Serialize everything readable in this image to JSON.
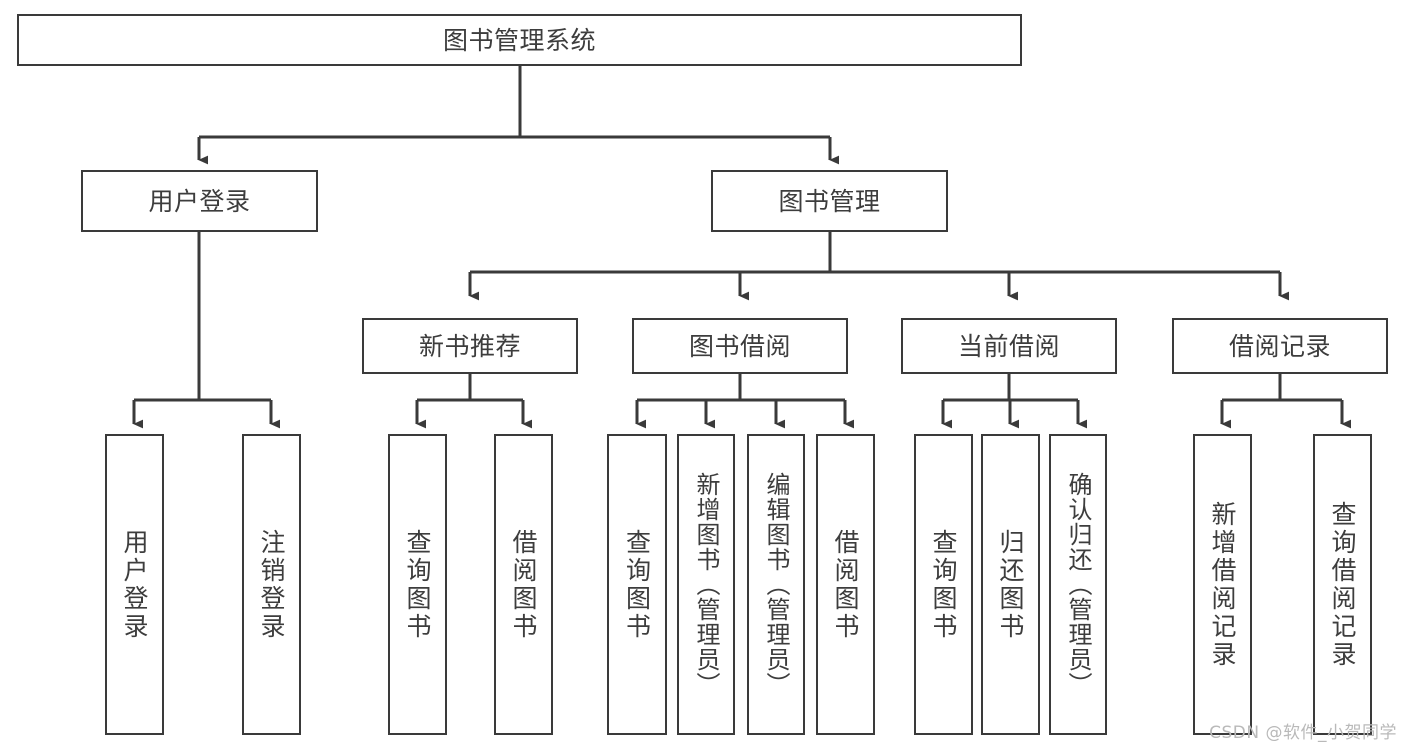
{
  "diagram": {
    "title": "图书管理系统",
    "type": "tree",
    "watermark": "CSDN @软件_小贺同学",
    "colors": {
      "stroke": "#3a3a3a",
      "text": "#3d3d3d",
      "background": "#ffffff",
      "watermark": "#b9b9b9"
    },
    "root": {
      "label": "图书管理系统"
    },
    "level2": [
      {
        "label": "用户登录"
      },
      {
        "label": "图书管理"
      }
    ],
    "level3": [
      {
        "label": "新书推荐"
      },
      {
        "label": "图书借阅"
      },
      {
        "label": "当前借阅"
      },
      {
        "label": "借阅记录"
      }
    ],
    "leaves": {
      "user_login": [
        {
          "label": "用户登录"
        },
        {
          "label": "注销登录"
        }
      ],
      "new_book": [
        {
          "label": "查询图书"
        },
        {
          "label": "借阅图书"
        }
      ],
      "borrow_book": [
        {
          "label": "查询图书"
        },
        {
          "label": "新增图书（管理员）"
        },
        {
          "label": "编辑图书（管理员）"
        },
        {
          "label": "借阅图书"
        }
      ],
      "current_borrow": [
        {
          "label": "查询图书"
        },
        {
          "label": "归还图书"
        },
        {
          "label": "确认归还（管理员）"
        }
      ],
      "borrow_record": [
        {
          "label": "新增借阅记录"
        },
        {
          "label": "查询借阅记录"
        }
      ]
    }
  }
}
